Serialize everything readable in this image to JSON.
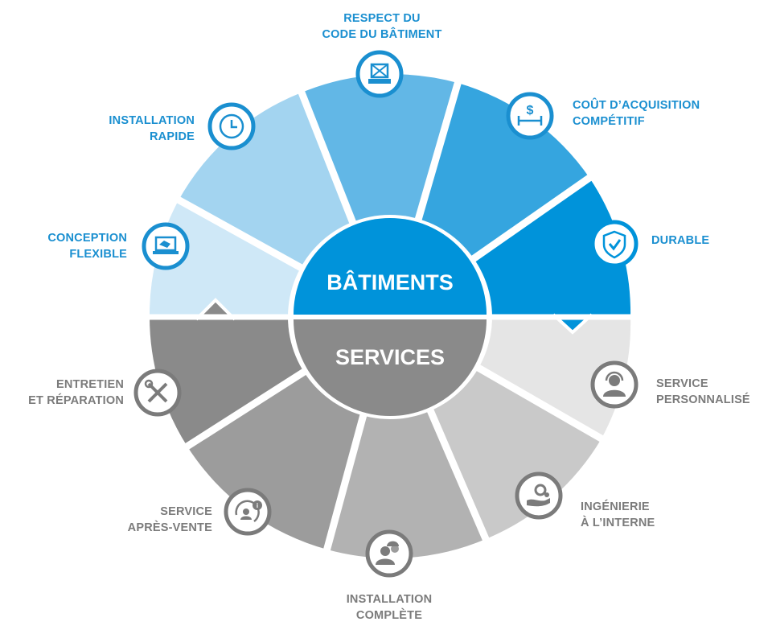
{
  "center": {
    "top_label": "BÂTIMENTS",
    "bottom_label": "SERVICES"
  },
  "colors": {
    "blue_1": "#0093da",
    "blue_2": "#35a5df",
    "blue_3": "#62b7e6",
    "blue_4": "#a3d4f0",
    "blue_5": "#cfe8f7",
    "grey_1": "#8a8a8a",
    "grey_2": "#9c9c9c",
    "grey_3": "#b2b2b2",
    "grey_4": "#c9c9c9",
    "grey_5": "#e5e5e5",
    "label_blue": "#1a8fd0",
    "label_grey": "#7b7b7b"
  },
  "batiments": [
    {
      "line1": "RESPECT DU",
      "line2": "CODE DU BÂTIMENT",
      "icon": "building-code-icon"
    },
    {
      "line1": "COÛT D’ACQUISITION",
      "line2": "COMPÉTITIF",
      "icon": "cost-dollar-icon"
    },
    {
      "line1": "DURABLE",
      "line2": "",
      "icon": "shield-check-icon"
    },
    {
      "line1": "CONCEPTION",
      "line2": "FLEXIBLE",
      "icon": "laptop-design-icon"
    },
    {
      "line1": "INSTALLATION",
      "line2": "RAPIDE",
      "icon": "clock-icon"
    }
  ],
  "services": [
    {
      "line1": "SERVICE",
      "line2": "PERSONNALISÉ",
      "icon": "headset-agent-icon"
    },
    {
      "line1": "INGÉNIERIE",
      "line2": "À L’INTERNE",
      "icon": "gears-hand-icon"
    },
    {
      "line1": "INSTALLATION",
      "line2": "COMPLÈTE",
      "icon": "workers-icon"
    },
    {
      "line1": "SERVICE",
      "line2": "APRÈS-VENTE",
      "icon": "after-sales-icon"
    },
    {
      "line1": "ENTRETIEN",
      "line2": "ET RÉPARATION",
      "icon": "tools-icon"
    }
  ]
}
